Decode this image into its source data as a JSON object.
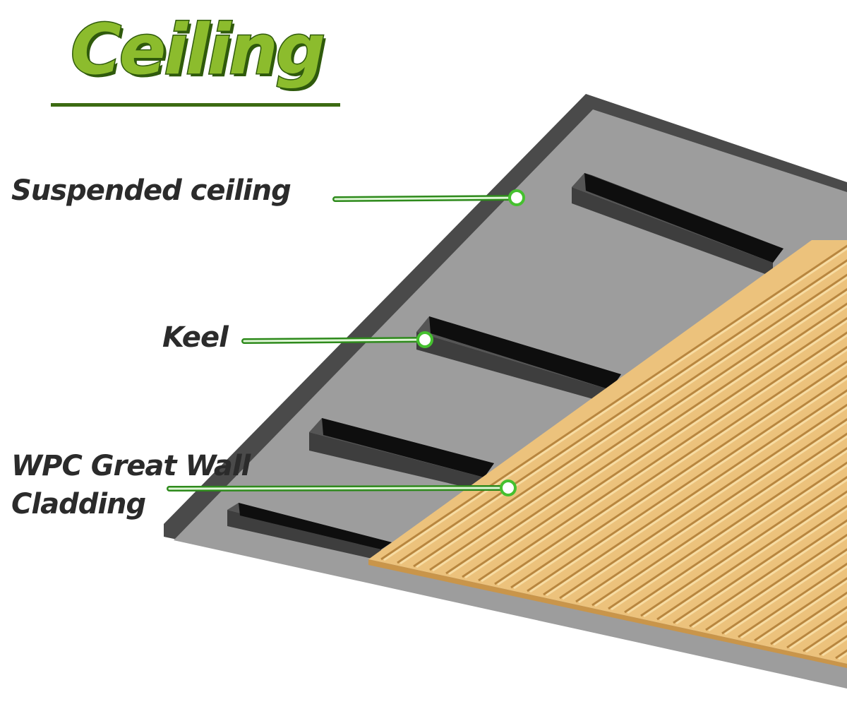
{
  "title": "Ceiling",
  "labels": {
    "suspended_ceiling": "Suspended ceiling",
    "keel": "Keel",
    "cladding_line1": "WPC Great Wall",
    "cladding_line2": "Cladding"
  },
  "colors": {
    "title_fill": "#8cbc2d",
    "title_outline": "#2f5a0c",
    "leader_line": "#5fd44a",
    "ceiling_board": "#9a9a9a",
    "keel": "#111111",
    "cladding": "#eac079"
  }
}
